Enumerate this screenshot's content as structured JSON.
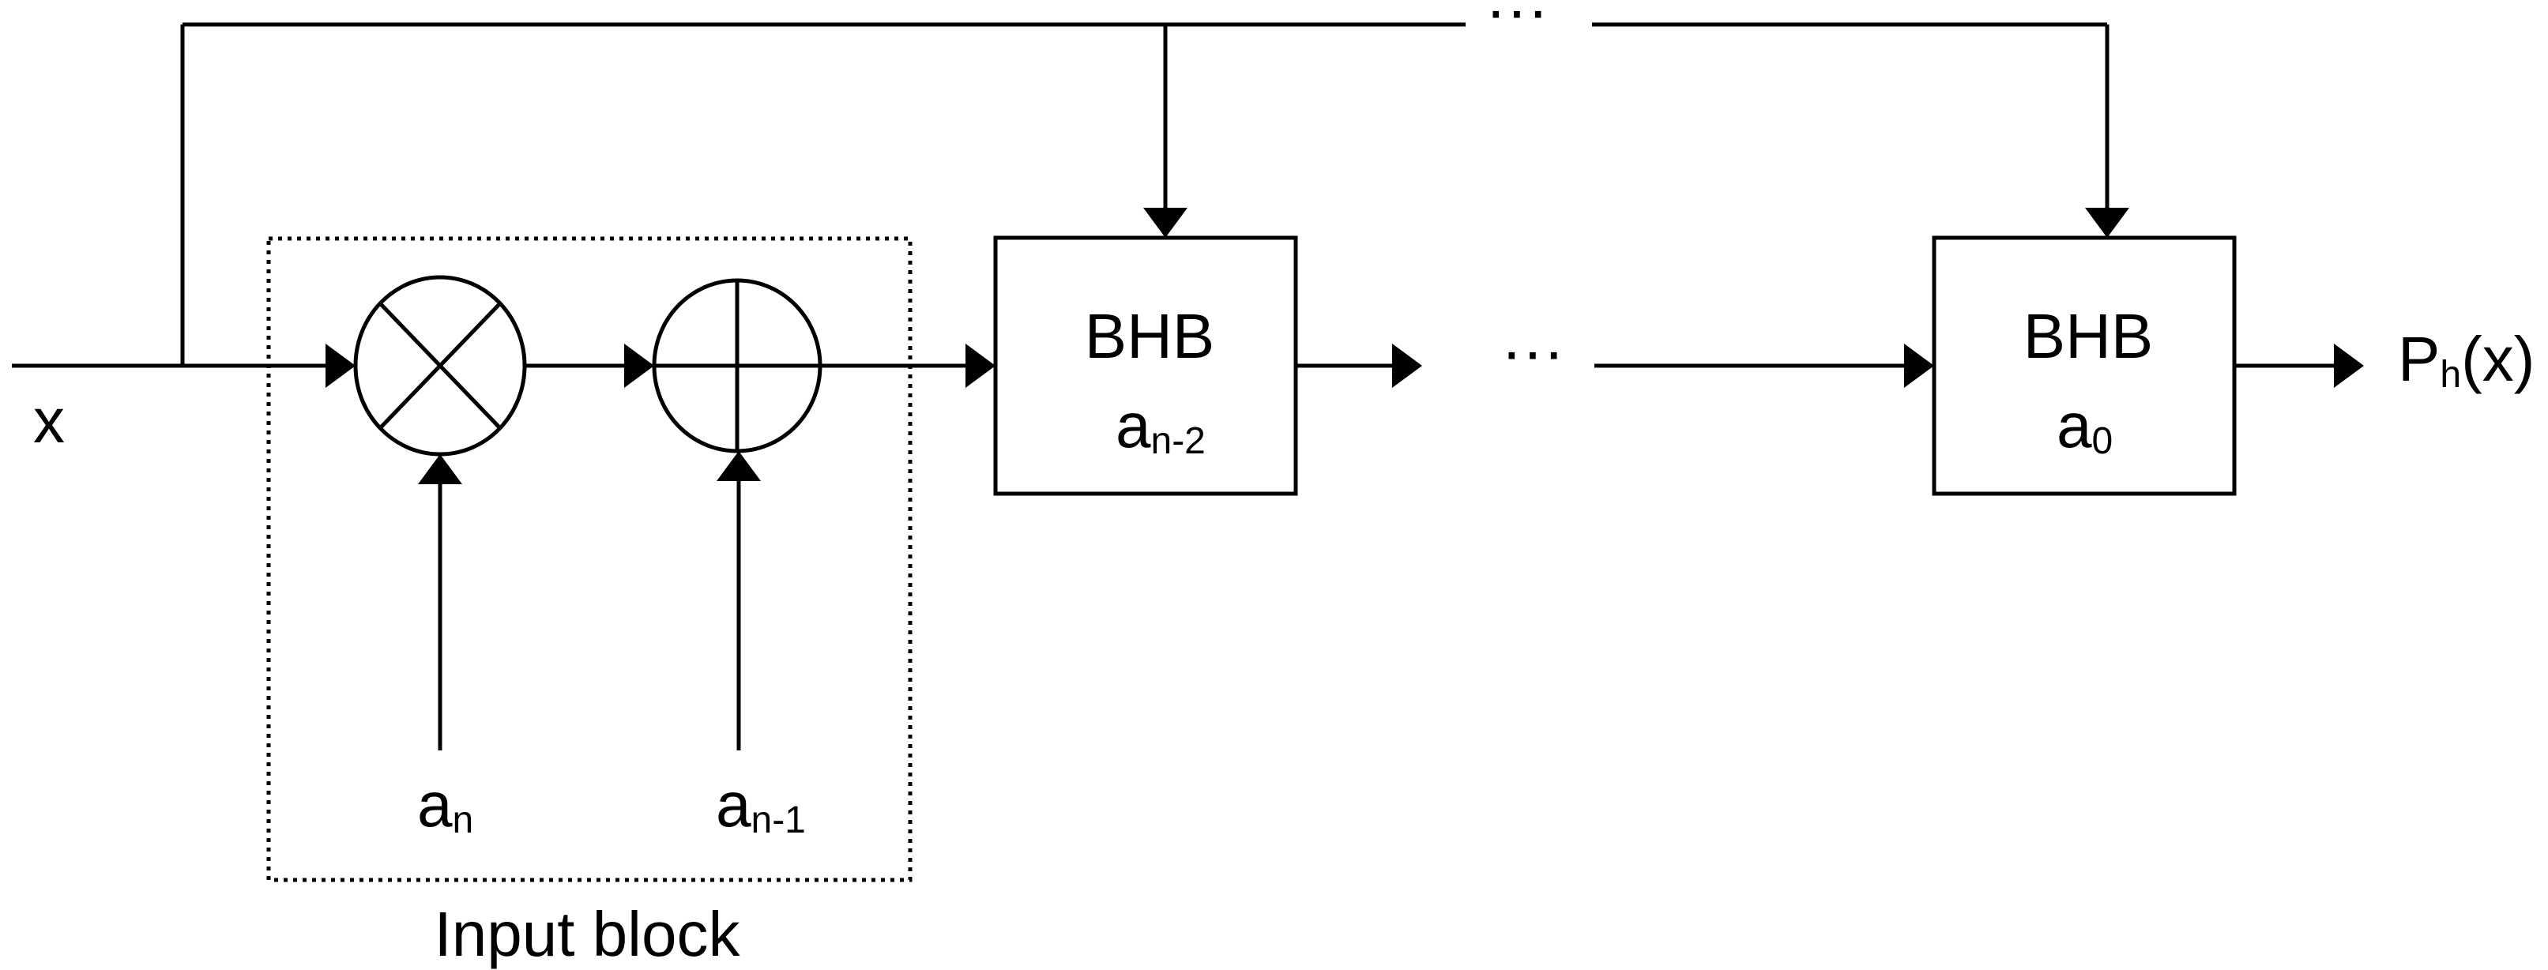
{
  "diagram": {
    "input_label": "x",
    "top_ellipsis": "···",
    "middle_ellipsis": "···",
    "multiplier": {
      "coef_base": "a",
      "coef_sub": "n"
    },
    "adder": {
      "coef_base": "a",
      "coef_sub": "n-1"
    },
    "input_block_label": "Input block",
    "bhb_blocks": [
      {
        "title": "BHB",
        "coef_base": "a",
        "coef_sub": "n-2"
      },
      {
        "title": "BHB",
        "coef_base": "a",
        "coef_sub": "0"
      }
    ],
    "output": {
      "base": "P",
      "sub": "h",
      "suffix": "(x)"
    }
  }
}
